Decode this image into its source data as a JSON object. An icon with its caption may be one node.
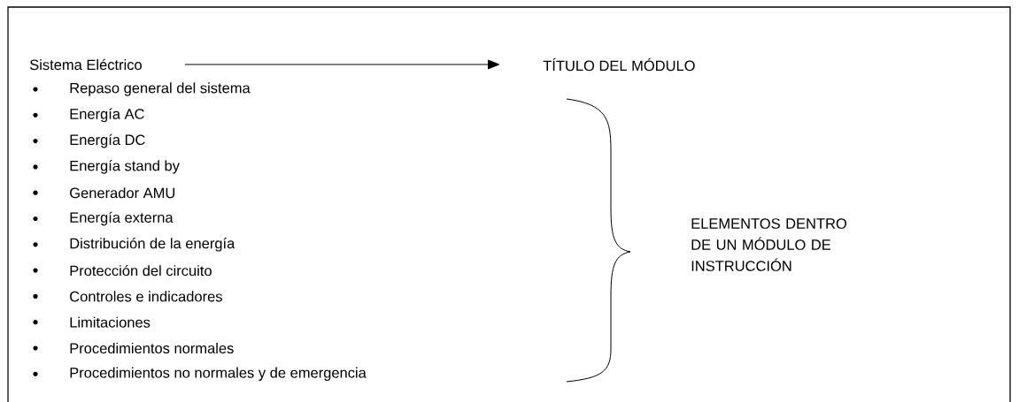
{
  "diagram": {
    "nodes": [
      {
        "text": [
          "Sistema Eléctrico"
        ]
      },
      {
        "text": [
          "TÍTULO DEL MÓDULO"
        ]
      }
    ],
    "edges": [
      {
        "from": 0,
        "to": 1,
        "arrow": "to"
      }
    ],
    "labels": [
      "Repaso general del sistema",
      "Energía AC",
      "Energía DC",
      "Energía stand by",
      "Generador AMU",
      "Energía externa",
      "Distribución de la energía",
      "Protección del circuito",
      "Controles e indicadores",
      "Limitaciones",
      "Procedimientos normales",
      "Procedimientos no normales y de emergencia",
      "ELEMENTOS DENTRO DE UN MÓDULO DE INSTRUCCIÓN"
    ]
  }
}
